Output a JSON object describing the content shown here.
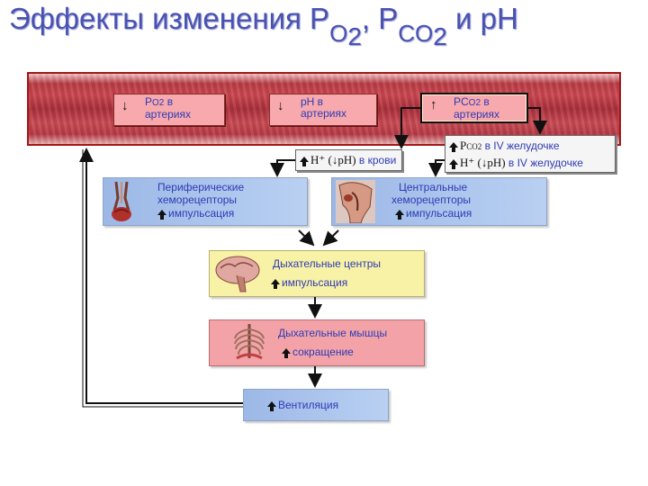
{
  "title": {
    "main": "Эффекты изменения Р",
    "sub1": "O",
    "n1": "2",
    "sep": ", Р",
    "sub2": "CO",
    "n2": "2",
    "tail": " и рН"
  },
  "vessel": {
    "po2": {
      "label": "P",
      "sub": "O2",
      "suffix": " в",
      "line2": "артериях",
      "arrow": "↓"
    },
    "ph": {
      "label": "pH в",
      "line2": "артериях",
      "arrow": "↓"
    },
    "pco2": {
      "label": "PC",
      "sub": "O2",
      "suffix": " в",
      "line2": "артериях",
      "arrow": "↑"
    }
  },
  "chips": {
    "blood": {
      "formula": "H⁺ (↓pH)",
      "text": " в крови"
    },
    "ventricle_pco2": {
      "formula": "P",
      "sub": "CO2",
      "text": " в IV желудочке"
    },
    "ventricle_h": {
      "formula": "H⁺ (↓pH)",
      "text": " в IV желудочке"
    }
  },
  "peripheral": {
    "line1": "Периферические",
    "line2": "хеморецепторы",
    "line3": "импульсация"
  },
  "central": {
    "line1": "Центральные",
    "line2": "хеморецепторы",
    "line3": "импульсация"
  },
  "resp_centers": {
    "line1": "Дыхательные центры",
    "line2": "импульсация"
  },
  "resp_muscles": {
    "line1": "Дыхательные мышцы",
    "line2": "сокращение"
  },
  "ventilation": {
    "line1": "Вентиляция"
  },
  "colors": {
    "vessel": "#b83a44",
    "blue_card": "#a9c3ec",
    "yellow_card": "#f8f2a6",
    "pink_card": "#f3a3a8",
    "text_blue": "#2d3bb5"
  }
}
